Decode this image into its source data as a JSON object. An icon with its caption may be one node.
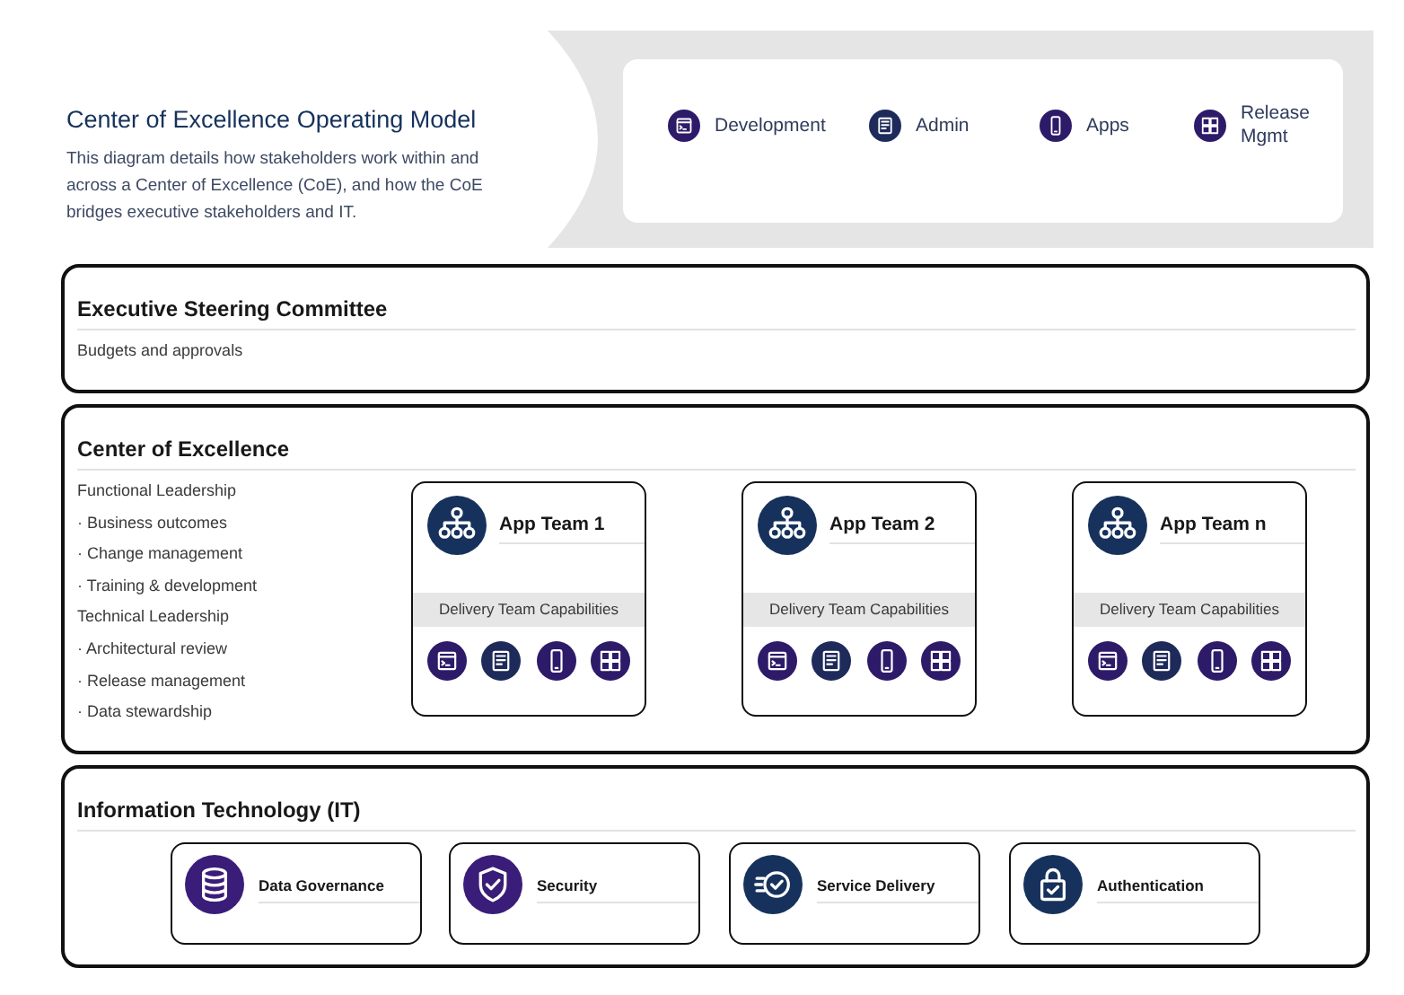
{
  "diagram": {
    "title": "Center of Excellence Operating Model",
    "nodes": [
      {
        "text": [
          "Executive Steering Committee",
          "Budgets and approvals"
        ]
      },
      {
        "text": [
          "Center of Excellence",
          "Functional Leadership",
          "· Business outcomes",
          "· Change management",
          "· Training & development",
          "Technical Leadership",
          "· Architectural review",
          "· Release management",
          "· Data stewardship"
        ]
      },
      {
        "text": [
          "App Team 1",
          "Delivery Team Capabilities"
        ],
        "in": 1
      },
      {
        "text": [
          "App Team 2",
          "Delivery Team Capabilities"
        ],
        "in": 1
      },
      {
        "text": [
          "App Team n",
          "Delivery Team Capabilities"
        ],
        "in": 1
      },
      {
        "text": [
          "Information Technology (IT)"
        ]
      },
      {
        "text": [
          "Data Governance"
        ],
        "in": 5
      },
      {
        "text": [
          "Security"
        ],
        "in": 5
      },
      {
        "text": [
          "Service Delivery"
        ],
        "in": 5
      },
      {
        "text": [
          "Authentication"
        ],
        "in": 5
      }
    ],
    "labels": [
      "This diagram details how stakeholders work within and across a Center of Excellence (CoE), and how the CoE bridges executive stakeholders and IT."
    ],
    "legend": [
      {
        "text": "Development"
      },
      {
        "text": "Admin"
      },
      {
        "text": "Apps"
      },
      {
        "text": "Release Mgmt"
      }
    ]
  }
}
